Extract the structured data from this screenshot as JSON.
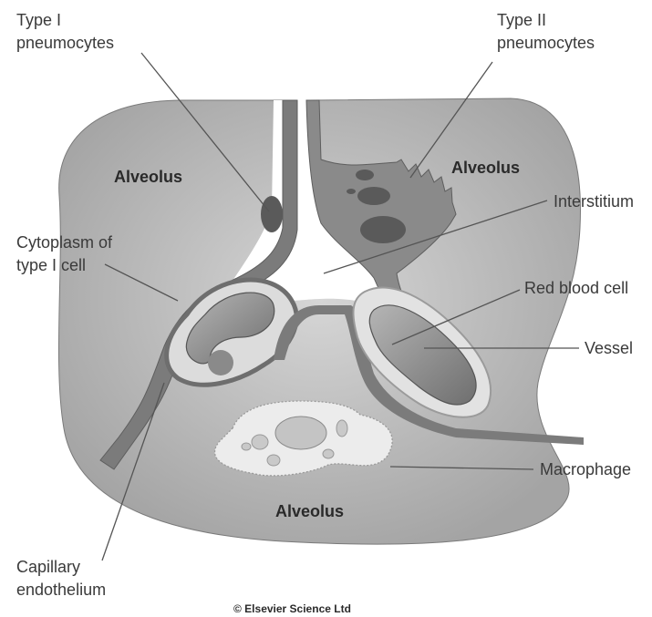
{
  "labels": {
    "type1_line1": "Type I",
    "type1_line2": "pneumocytes",
    "type2_line1": "Type II",
    "type2_line2": "pneumocytes",
    "alveolus_left": "Alveolus",
    "alveolus_right": "Alveolus",
    "alveolus_bottom": "Alveolus",
    "interstitium": "Interstitium",
    "cytoplasm_line1": "Cytoplasm of",
    "cytoplasm_line2": "type I cell",
    "red_blood_cell": "Red blood cell",
    "vessel": "Vessel",
    "macrophage": "Macrophage",
    "capillary_line1": "Capillary",
    "capillary_line2": "endothelium"
  },
  "copyright": "© Elsevier Science Ltd",
  "colors": {
    "alveolus_fill": "#a8a8a8",
    "interstitium_fill": "#ffffff",
    "membrane_dark": "#6e6e6e",
    "capillary_fill": "#d9d9d9",
    "rbc_fill": "#8a8a8a",
    "nucleus_fill": "#5a5a5a",
    "macrophage_fill": "#e9e9e9"
  }
}
